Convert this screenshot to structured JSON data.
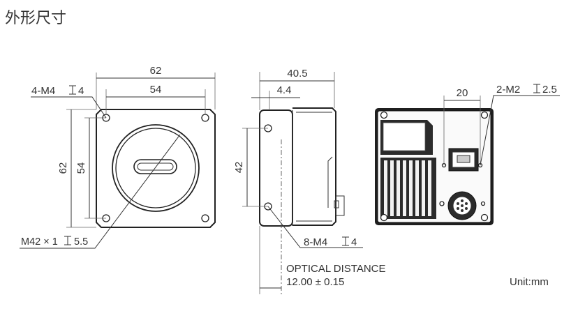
{
  "title": "外形尺寸",
  "unit": "Unit:mm",
  "front_view": {
    "width_outer": "62",
    "width_holes": "54",
    "height_outer": "62",
    "height_holes": "54",
    "mount_holes": "4-M4",
    "mount_holes_depth": "4",
    "lens_mount": "M42 × 1",
    "lens_mount_depth": "5.5"
  },
  "side_view": {
    "depth_total": "40.5",
    "depth_front": "4.4",
    "hole_spacing": "42",
    "side_holes": "8-M4",
    "side_holes_depth": "4",
    "optical_distance_label": "OPTICAL DISTANCE",
    "optical_distance_value": "12.00 ± 0.15"
  },
  "rear_view": {
    "hole_spacing": "20",
    "rear_holes": "2-M2",
    "rear_holes_depth": "2.5"
  },
  "icons": {
    "depth_symbol": "depth-symbol-icon"
  }
}
